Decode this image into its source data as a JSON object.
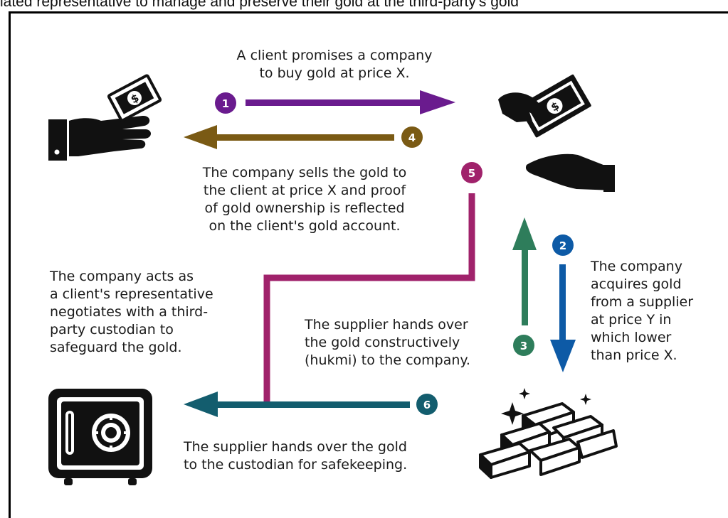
{
  "header": {
    "caption": "iated representative to manage and preserve their gold at the third-party's gold"
  },
  "colors": {
    "step1": "#6a1b8e",
    "step2": "#0d5aa6",
    "step3": "#2e7d5b",
    "step4": "#7a5a14",
    "step5": "#a0226b",
    "step6": "#135d6e"
  },
  "steps": [
    {
      "number": "1",
      "text": "A client promises a company\nto buy gold at price X."
    },
    {
      "number": "2",
      "text": "The company\nacquires gold\nfrom a supplier\nat price Y in\nwhich lower\nthan price X."
    },
    {
      "number": "3",
      "text": "The supplier hands over\nthe gold constructively\n(hukmi) to the company."
    },
    {
      "number": "4",
      "text": "The company sells the gold to\nthe client at price X and proof\nof gold ownership is reflected\non the client's gold account."
    },
    {
      "number": "5",
      "text": "The company acts as\na client's representative\nnegotiates with a third-\nparty custodian to\nsafeguard the gold."
    },
    {
      "number": "6",
      "text": "The supplier hands over the gold\nto the custodian for safekeeping."
    }
  ],
  "icons": {
    "client": "hand-holding-money-icon",
    "company": "money-exchange-icon",
    "supplier": "gold-bars-icon",
    "custodian": "safe-icon"
  }
}
